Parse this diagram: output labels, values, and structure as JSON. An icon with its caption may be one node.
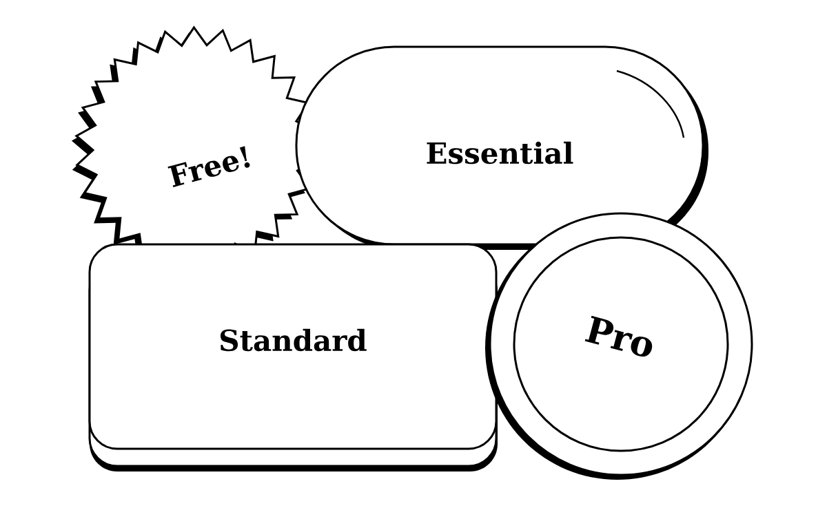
{
  "diagram": {
    "nodes": [
      {
        "text": [
          "Free!"
        ]
      },
      {
        "text": [
          "Essential"
        ]
      },
      {
        "text": [
          "Standard"
        ]
      },
      {
        "text": [
          "Pro"
        ]
      }
    ]
  }
}
